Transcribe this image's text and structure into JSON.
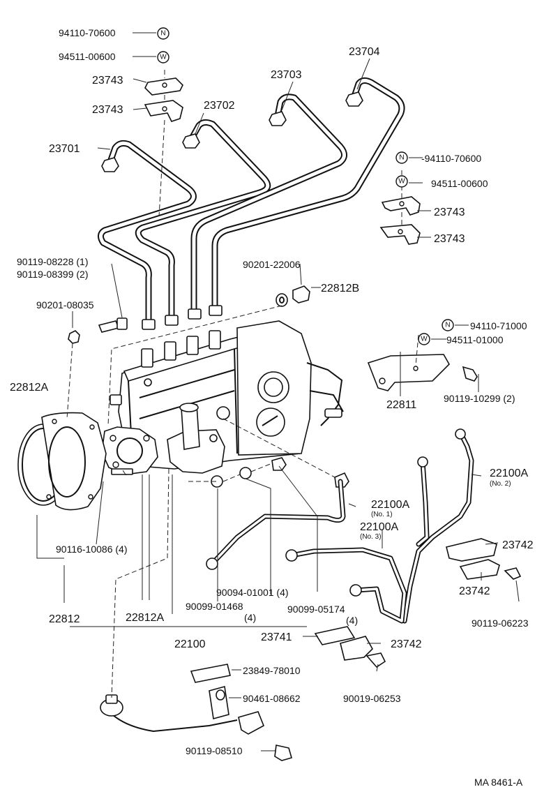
{
  "labels": {
    "p_94110_70600_a": "94110-70600",
    "p_94511_00600_a": "94511-00600",
    "p_23743_a": "23743",
    "p_23743_b": "23743",
    "p_23701": "23701",
    "p_23702": "23702",
    "p_23703": "23703",
    "p_23704": "23704",
    "p_94110_70600_b": "-94110-70600",
    "p_94511_00600_b": "94511-00600",
    "p_23743_c": "23743",
    "p_23743_d": "23743",
    "p_90119_08228": "90119-08228 (1)",
    "p_90119_08399": "90119-08399 (2)",
    "p_90201_22006": "90201-22006",
    "p_22812B": "22812B",
    "p_90201_08035": "90201-08035",
    "p_94110_71000": "94110-71000",
    "p_94511_01000": "94511-01000",
    "p_22812A_a": "22812A",
    "p_22811": "22811",
    "p_90119_10299": "90119-10299 (2)",
    "p_22100A_a": "22100A",
    "p_22100A_a_sub": "(No. 2)",
    "p_22100A_b": "22100A",
    "p_22100A_b_sub": "(No. 1)",
    "p_22100A_c": "22100A",
    "p_22100A_c_sub": "(No. 3)",
    "p_90116_10086": "90116-10086 (4)",
    "p_23742_a": "23742",
    "p_23742_b": "23742",
    "p_90094_01001": "90094-01001 (4)",
    "p_90099_01468": "90099-01468",
    "p_90099_01468_q": "(4)",
    "p_90099_05174": "90099-05174",
    "p_90099_05174_q": "(4)",
    "p_90119_06223": "90119-06223",
    "p_22812": "22812",
    "p_22812A_b": "22812A",
    "p_22100": "22100",
    "p_23741": "23741",
    "p_23742_c": "23742",
    "p_23849_78010": "23849-78010",
    "p_90461_08662": "90461-08662",
    "p_90019_06253": "90019-06253",
    "p_90119_08510": "90119-08510",
    "ref_code": "MA 8461-A"
  },
  "symbols": {
    "nut": "N",
    "washer": "W"
  }
}
